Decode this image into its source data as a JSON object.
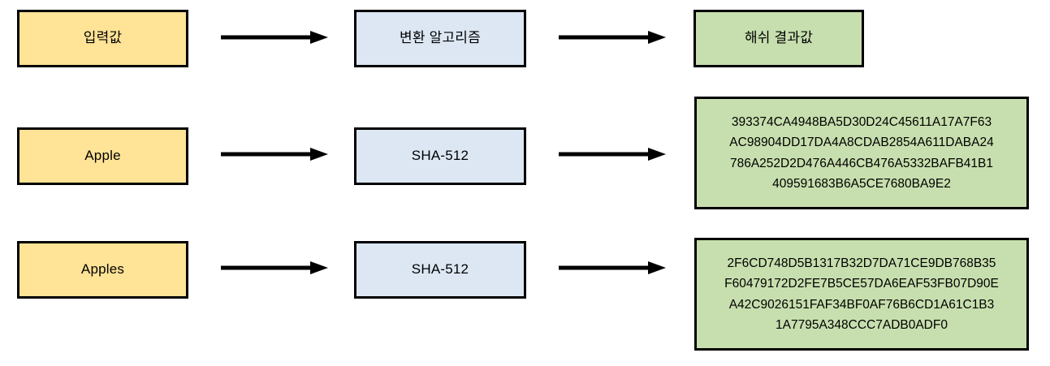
{
  "diagram": {
    "title": "Hash function flow diagram",
    "colors": {
      "input_fill": "#FFE396",
      "algorithm_fill": "#DCE7F3",
      "result_fill": "#C7DFAE",
      "border": "#000000",
      "arrow": "#000000"
    },
    "header_row": {
      "input_label": "입력값",
      "algorithm_label": "변환 알고리즘",
      "result_label": "해쉬 결과값"
    },
    "rows": [
      {
        "input_label": "Apple",
        "algorithm_label": "SHA-512",
        "hash_lines": [
          "393374CA4948BA5D30D24C45611A17A7F63",
          "AC98904DD17DA4A8CDAB2854A611DABA24",
          "786A252D2D476A446CB476A5332BAFB41B1",
          "409591683B6A5CE7680BA9E2"
        ],
        "hash_text": "393374CA4948BA5D30D24C45611A17A7F63\nAC98904DD17DA4A8CDAB2854A611DABA24\n786A252D2D476A446CB476A5332BAFB41B1\n409591683B6A5CE7680BA9E2"
      },
      {
        "input_label": "Apples",
        "algorithm_label": "SHA-512",
        "hash_lines": [
          "2F6CD748D5B1317B32D7DA71CE9DB768B35",
          "F60479172D2FE7B5CE57DA6EAF53FB07D90E",
          "A42C9026151FAF34BF0AF76B6CD1A61C1B3",
          "1A7795A348CCC7ADB0ADF0"
        ],
        "hash_text": "2F6CD748D5B1317B32D7DA71CE9DB768B35\nF60479172D2FE7B5CE57DA6EAF53FB07D90E\nA42C9026151FAF34BF0AF76B6CD1A61C1B3\n1A7795A348CCC7ADB0ADF0"
      }
    ],
    "arrows": [
      {
        "name": "arrow-header-input-to-algorithm"
      },
      {
        "name": "arrow-header-algorithm-to-result"
      },
      {
        "name": "arrow-apple-input-to-algorithm"
      },
      {
        "name": "arrow-apple-algorithm-to-result"
      },
      {
        "name": "arrow-apples-input-to-algorithm"
      },
      {
        "name": "arrow-apples-algorithm-to-result"
      }
    ]
  }
}
